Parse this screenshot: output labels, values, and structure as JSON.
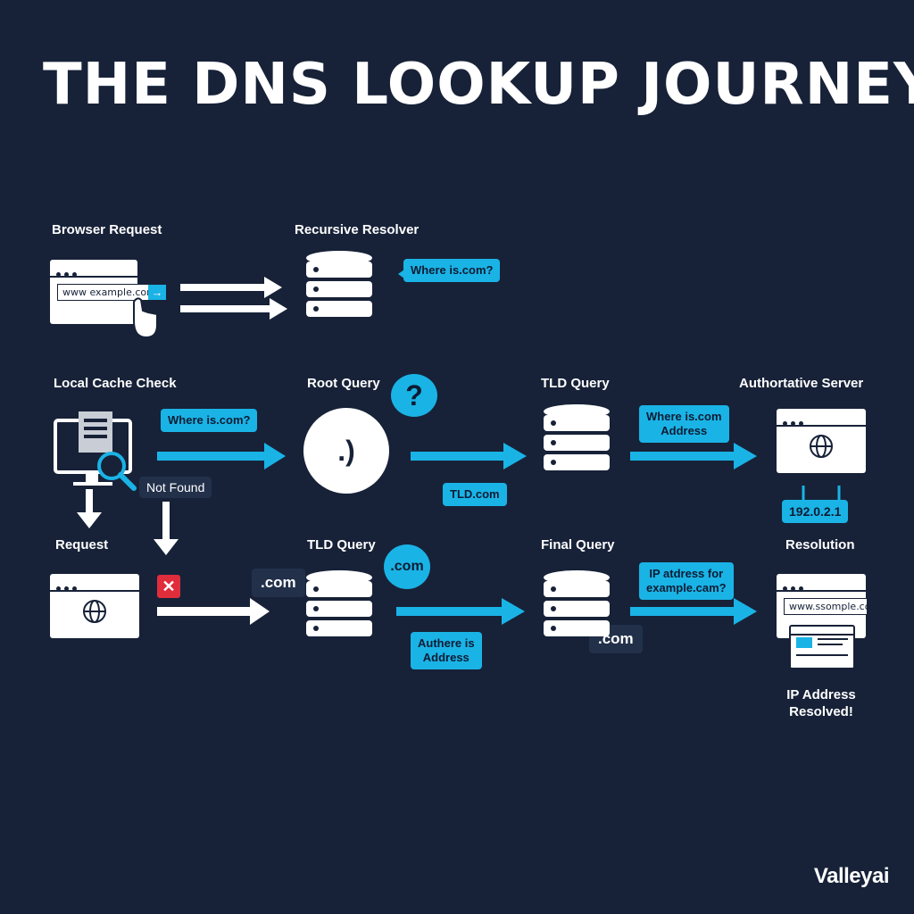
{
  "title": "THE DNS LOOKUP JOURNEY",
  "steps": {
    "browser_request": "Browser Request",
    "recursive_resolver": "Recursive Resolver",
    "local_cache_check": "Local Cache Check",
    "root_query": "Root Query",
    "tld_query_top": "TLD Query",
    "authoritative_server": "Authortative Server",
    "request": "Request",
    "tld_query_bottom": "TLD Query",
    "final_query": "Final Query",
    "resolution": "Resolution"
  },
  "bubbles": {
    "where_resolver": "Where is.com?",
    "where_cache": "Where is.com?",
    "where_address": "Where is.com\nAddress",
    "tld_com": "TLD.com",
    "ip_value": "192.0.2.1",
    "com_circle": ".com",
    "authere_address": "Authere is\nAddress",
    "ip_address_for": "IP atdress for\nexample.cam?"
  },
  "tags": {
    "not_found": "Not Found",
    "com_left": ".com",
    "com_final": ".com"
  },
  "urls": {
    "browser_url": "www example.com",
    "resolution_url": "www.ssomple.com"
  },
  "root_symbol": ".)",
  "question_mark": "?",
  "final_label": "IP Address\nResolved!",
  "brand": "Valleyai",
  "colors": {
    "background": "#172238",
    "accent": "#1ab3e6",
    "error": "#e02d3c",
    "foreground": "#ffffff"
  },
  "icons": [
    "browser-window-icon",
    "cursor-hand-icon",
    "server-stack-icon",
    "monitor-icon",
    "magnifier-icon",
    "globe-icon",
    "error-x-icon",
    "question-bubble-icon"
  ]
}
